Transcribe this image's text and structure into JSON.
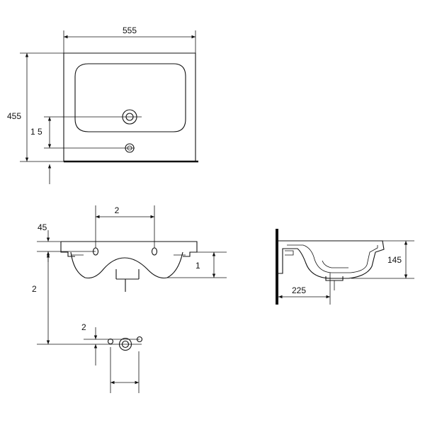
{
  "top_view": {
    "width_label": "555",
    "height_label": "455",
    "offset_label": "1 5"
  },
  "front_view": {
    "hole_spacing_label": "2",
    "top_offset_label": "45",
    "height_label": "1",
    "depth_label": "2"
  },
  "detail_view": {
    "offset_label": "2"
  },
  "side_view": {
    "depth_label": "225",
    "height_label": "145"
  },
  "colors": {
    "line": "#111111",
    "background": "#ffffff"
  }
}
